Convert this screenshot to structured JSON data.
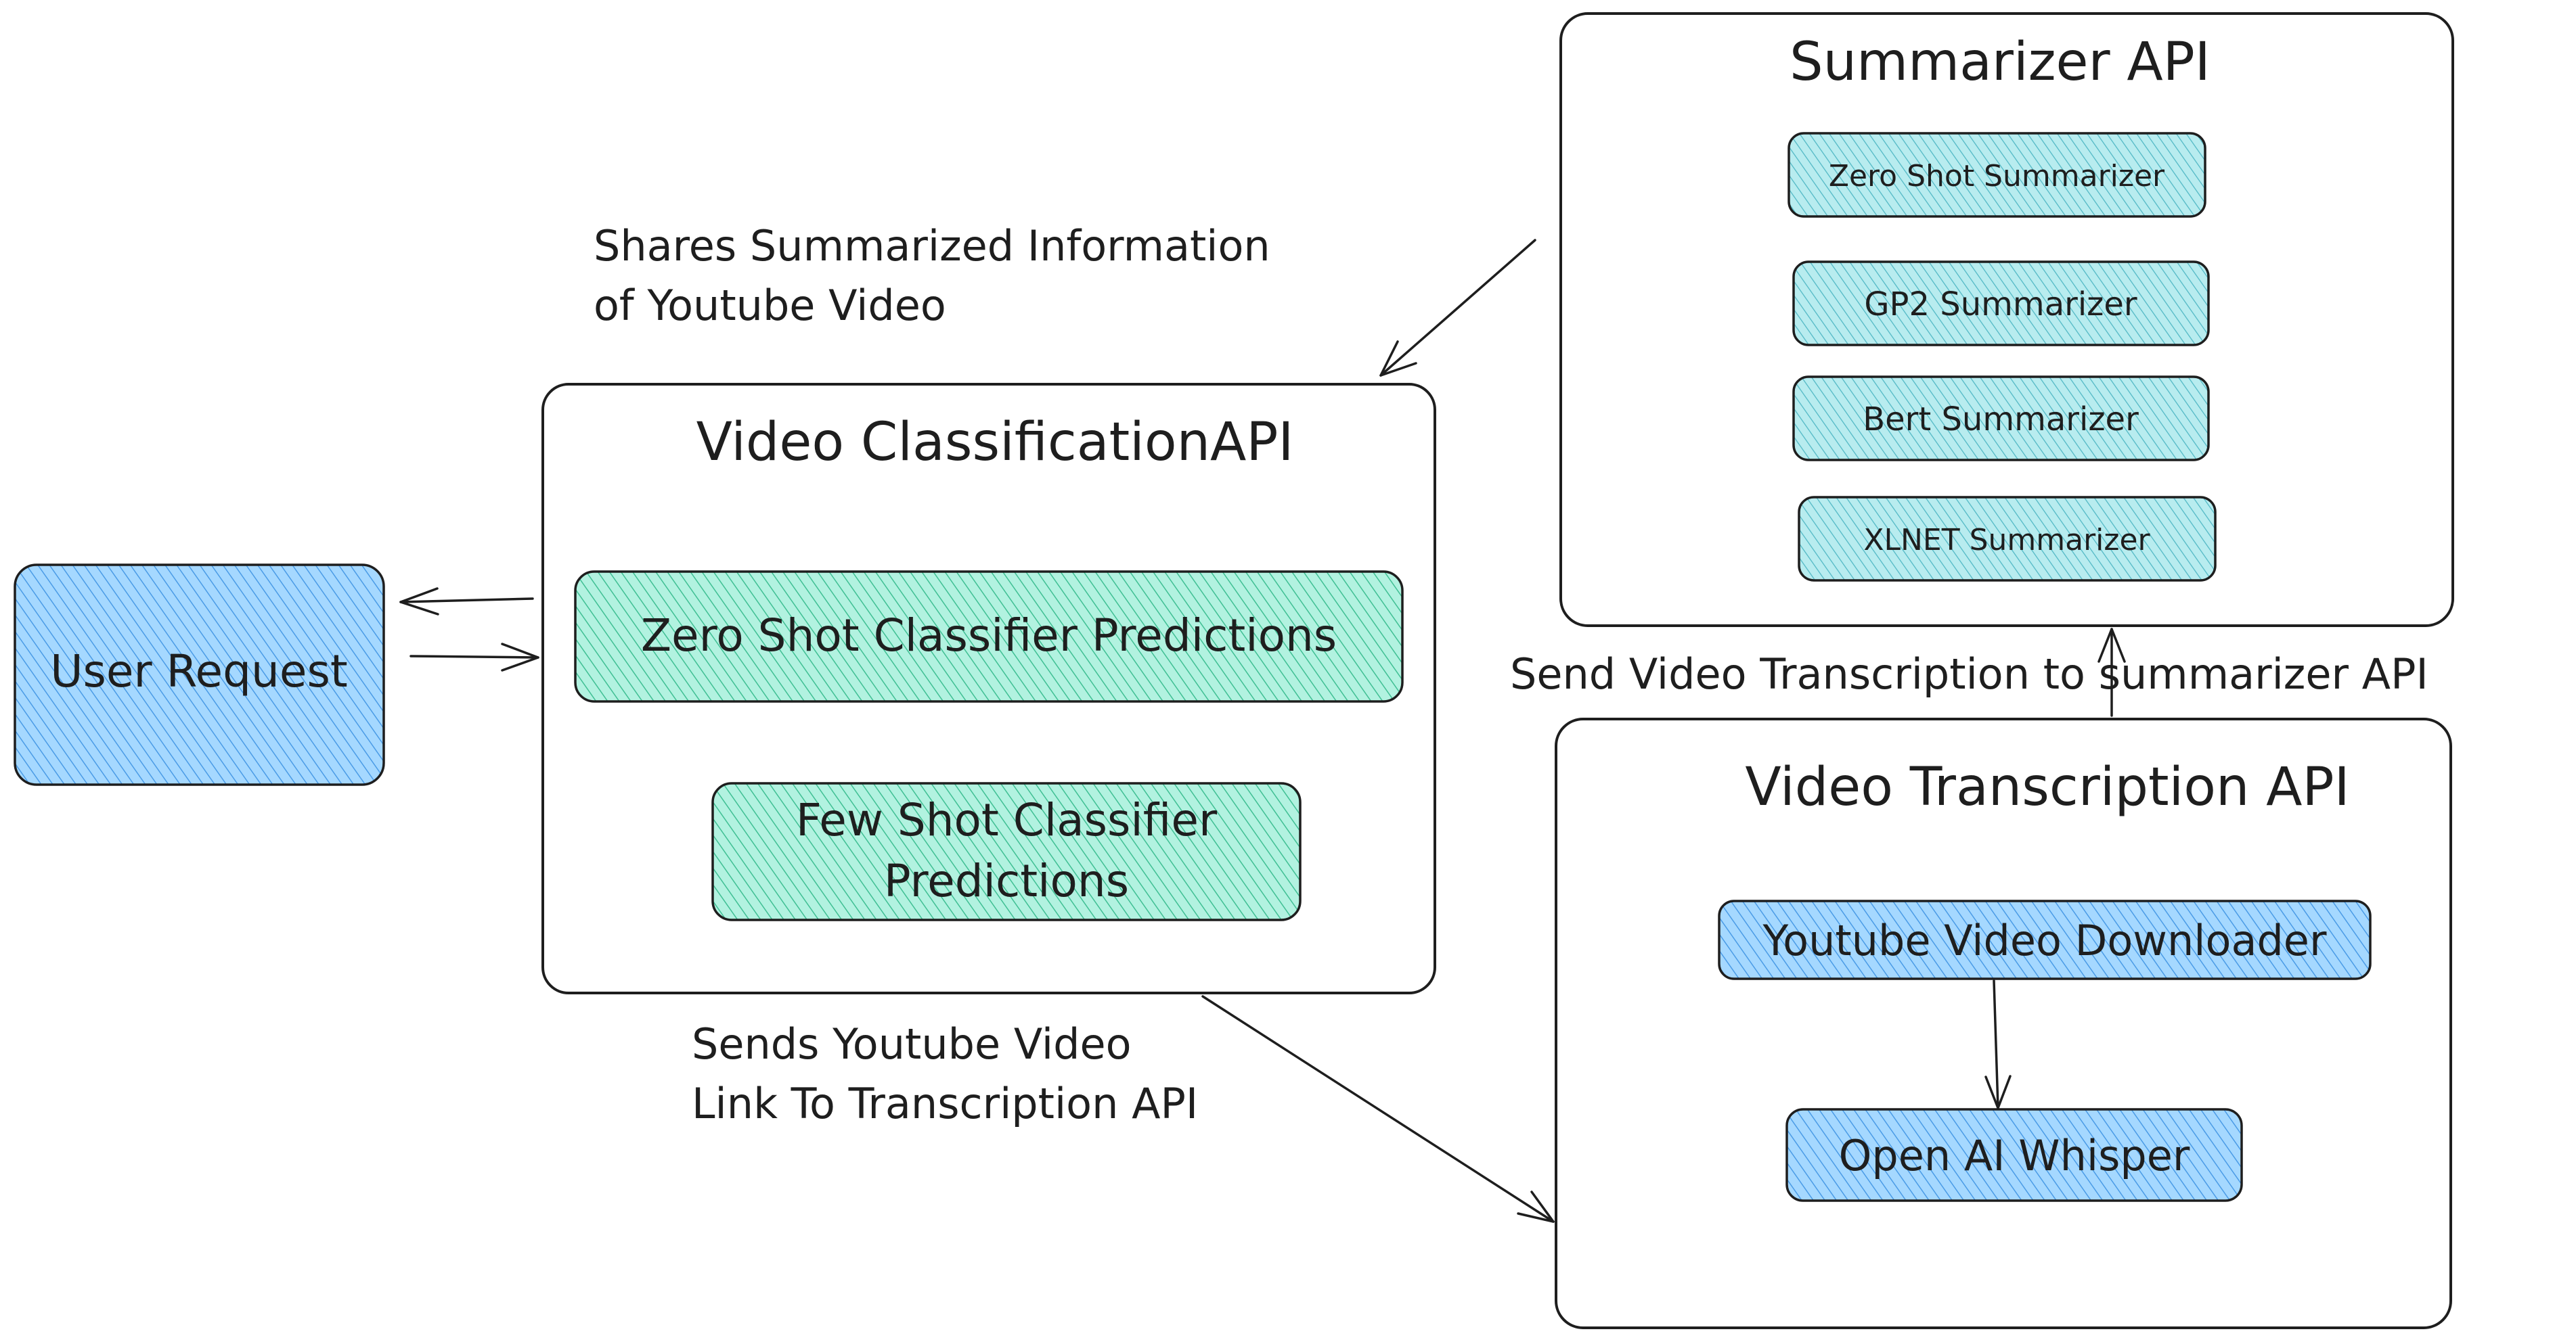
{
  "colors": {
    "stroke": "#1e1e1e",
    "blue_fill": "#a5d8ff",
    "blue_hatch": "#4a9be6",
    "green_fill": "#b2f2e0",
    "green_hatch": "#3fbf93",
    "cyan_fill": "#b8ecef",
    "cyan_hatch": "#4fb7c4"
  },
  "user_request": {
    "label": "User Request"
  },
  "video_classification": {
    "title": "Video ClassificationAPI",
    "zero_shot": "Zero Shot Classifier Predictions",
    "few_shot_line1": "Few Shot Classifier",
    "few_shot_line2": "Predictions"
  },
  "summarizer": {
    "title": "Summarizer API",
    "items": [
      "Zero Shot Summarizer",
      "GP2 Summarizer",
      "Bert Summarizer",
      "XLNET Summarizer"
    ]
  },
  "video_transcription": {
    "title": "Video Transcription API",
    "downloader": "Youtube Video Downloader",
    "whisper": "Open AI Whisper"
  },
  "labels": {
    "shares_line1": "Shares Summarized Information",
    "shares_line2": "of Youtube Video",
    "sends_line1": "Sends Youtube Video",
    "sends_line2": "Link To Transcription API",
    "send_transcription": "Send Video Transcription to summarizer API"
  }
}
